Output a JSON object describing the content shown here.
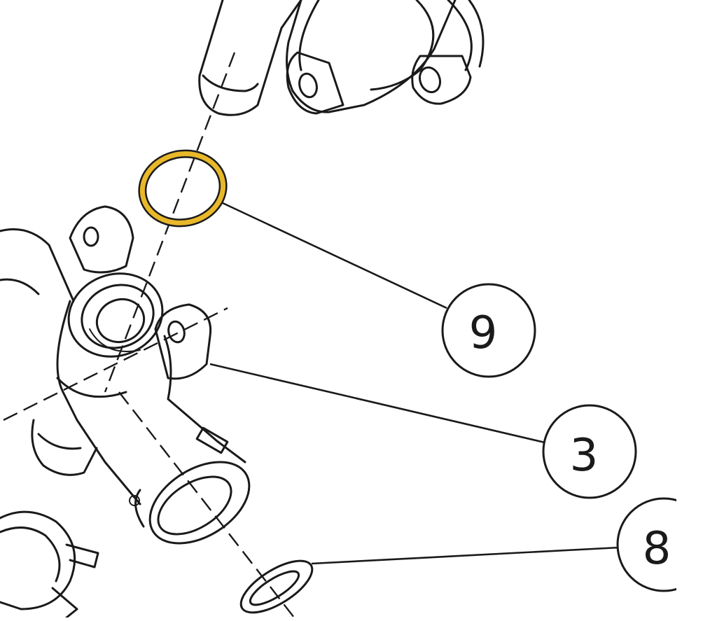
{
  "colors": {
    "line": "#1a1a1a",
    "highlight": "#e8b82a",
    "background": "#ffffff"
  },
  "callouts": [
    {
      "label": "9",
      "part": "o-ring-seal",
      "highlighted": true
    },
    {
      "label": "3",
      "part": "elbow-fitting"
    },
    {
      "label": "8",
      "part": "hose-clamp"
    }
  ]
}
